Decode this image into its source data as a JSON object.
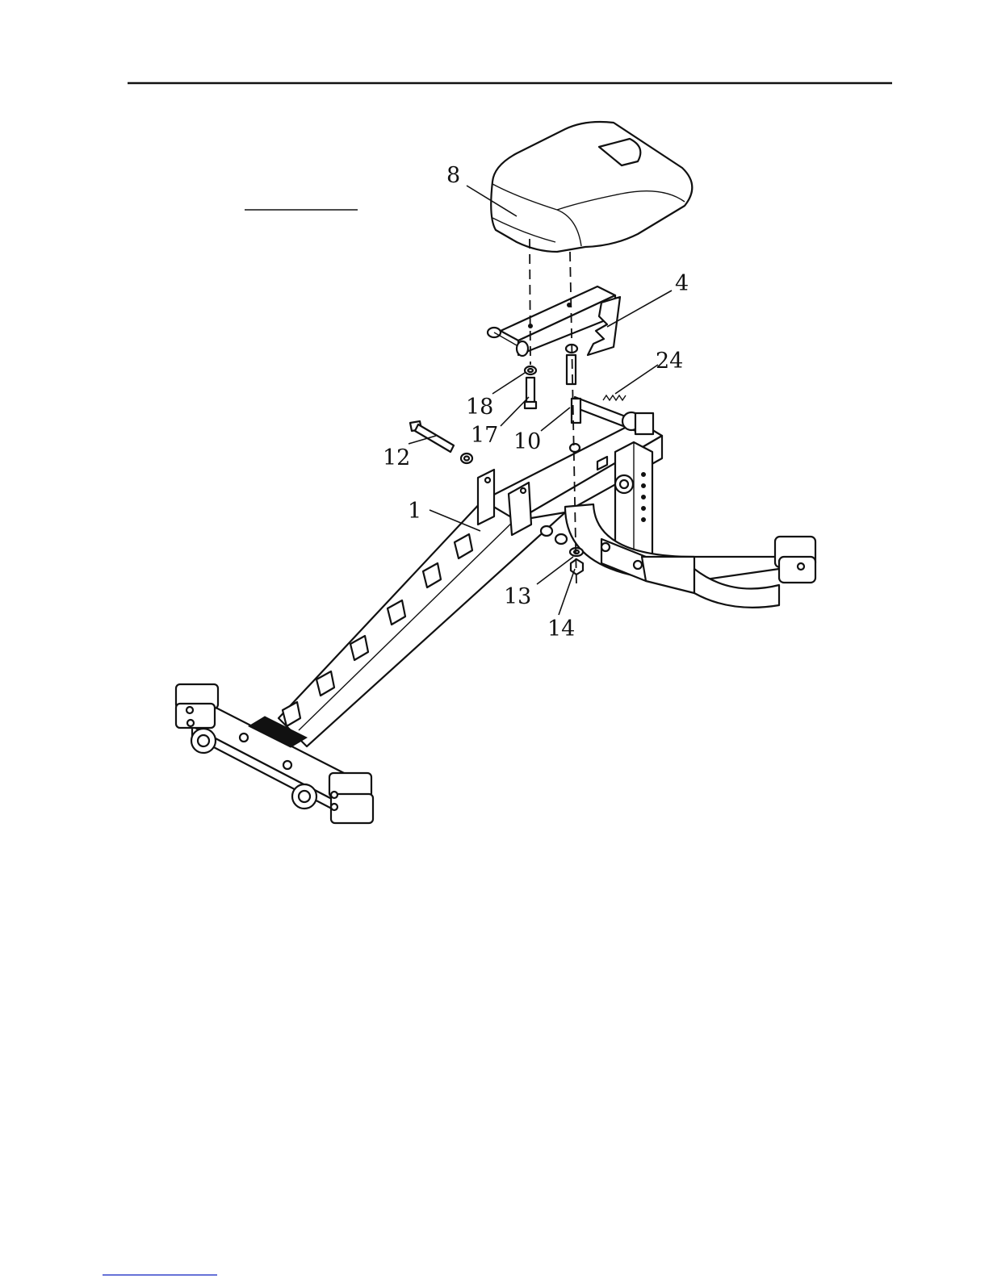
{
  "diagram": {
    "labels": {
      "part_1": "1",
      "part_4": "4",
      "part_8": "8",
      "part_10": "10",
      "part_12": "12",
      "part_13": "13",
      "part_14": "14",
      "part_17": "17",
      "part_18": "18",
      "part_24": "24"
    },
    "colors": {
      "line": "#111111",
      "paper": "#ffffff"
    }
  }
}
